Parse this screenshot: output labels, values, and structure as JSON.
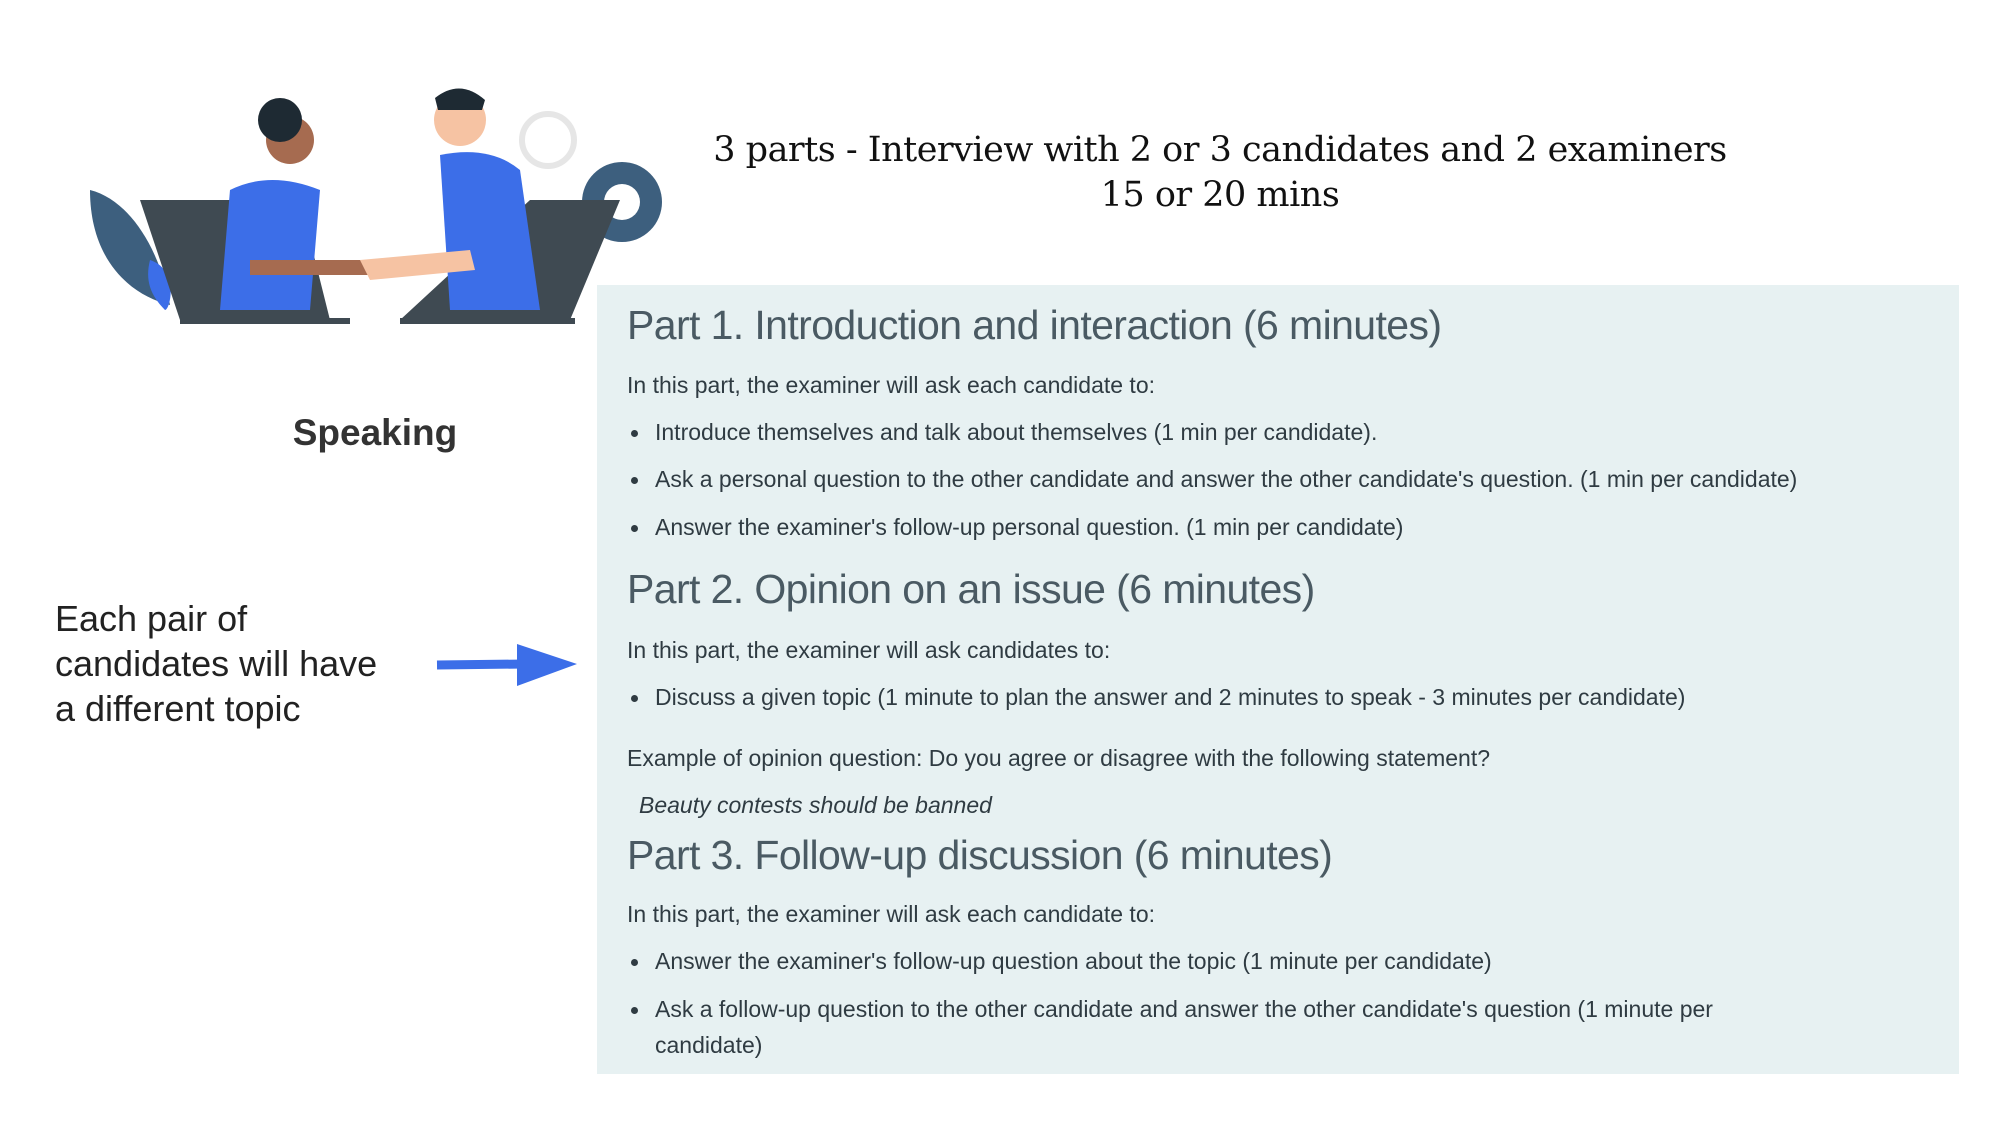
{
  "header": {
    "line1": "3 parts - Interview with 2 or 3 candidates and 2 examiners",
    "line2": "15 or 20 mins"
  },
  "sidebar": {
    "section_label": "Speaking",
    "note_lines": [
      "Each pair of",
      "candidates will have",
      "a different topic"
    ]
  },
  "colors": {
    "accent": "#3c6ee8",
    "panel_bg": "#e7f1f2",
    "heading": "#4a5a63"
  },
  "parts": [
    {
      "heading": "Part 1. Introduction and interaction (6 minutes)",
      "intro": "In this part, the examiner will ask each candidate to:",
      "bullets": [
        "Introduce themselves and talk about themselves (1 min per candidate).",
        "Ask a personal question to the other candidate and answer the other candidate's question. (1 min per candidate)",
        "Answer the examiner's follow-up personal question. (1 min per candidate)"
      ]
    },
    {
      "heading": "Part 2. Opinion on an issue (6 minutes)",
      "intro": "In this part, the examiner will ask candidates to:",
      "bullets": [
        "Discuss a given topic (1 minute to plan the answer and 2 minutes to speak - 3 minutes per candidate)"
      ],
      "example_label": "Example of opinion question: Do you agree or disagree with the following statement?",
      "example_statement": "Beauty contests should be banned"
    },
    {
      "heading": "Part 3. Follow-up discussion (6 minutes)",
      "intro": "In this part, the examiner will ask each candidate to:",
      "bullets": [
        "Answer the examiner's follow-up question about the topic (1 minute per candidate)",
        "Ask a follow-up question to the other candidate and answer the other candidate's question (1 minute per",
        "candidate)"
      ]
    }
  ]
}
